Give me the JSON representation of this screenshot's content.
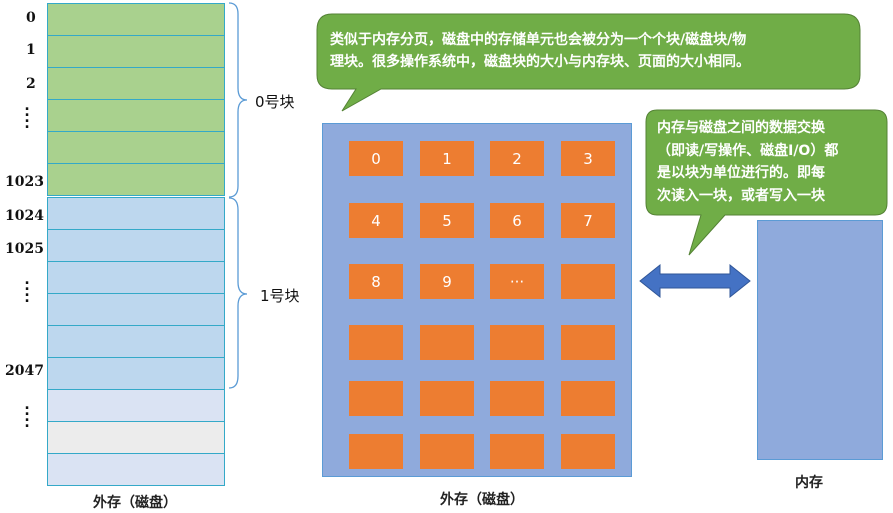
{
  "indices": {
    "i0": "0",
    "i1": "1",
    "i2": "2",
    "i1023": "1023",
    "i1024": "1024",
    "i1025": "1025",
    "i2047": "2047"
  },
  "blocks_labels": {
    "block0": "0号块",
    "block1": "1号块"
  },
  "disk_blocks": [
    "0",
    "1",
    "2",
    "3",
    "4",
    "5",
    "6",
    "7",
    "8",
    "9",
    "···",
    "",
    "",
    "",
    "",
    "",
    "",
    "",
    "",
    "",
    "",
    "",
    "",
    ""
  ],
  "captions": {
    "left_storage": "外存（磁盘）",
    "disk_panel": "外存（磁盘）",
    "memory": "内存"
  },
  "callouts": {
    "top": [
      "类似于内存分页，磁盘中的存储单元也会被分为一个个块/磁盘块/物",
      "理块。很多操作系统中，磁盘块的大小与内存块、页面的大小相同。"
    ],
    "right": [
      "内存与磁盘之间的数据交换",
      "（即读/写操作、磁盘I/O）都",
      "是以块为单位进行的。即每",
      "次读入一块，或者写入一块"
    ]
  },
  "colors": {
    "green": "#a9d18e",
    "blue": "#bdd7ee",
    "lightblue": "#dae3f3",
    "panel": "#8faadc",
    "orange": "#ed7d31",
    "callout": "#70ad47",
    "arrow": "#4472c4"
  }
}
